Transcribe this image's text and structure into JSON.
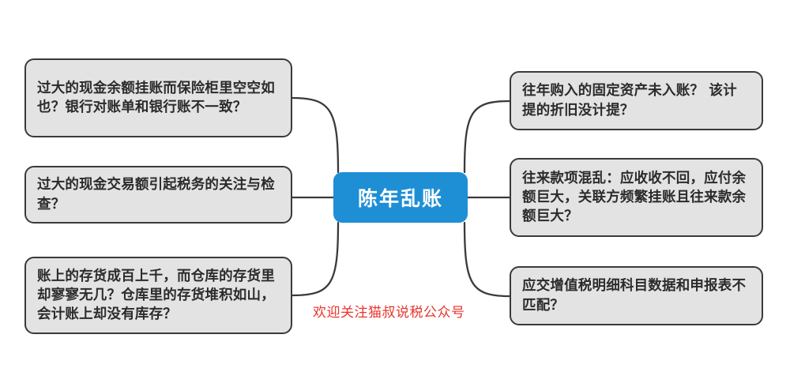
{
  "diagram": {
    "type": "mind-map",
    "center": {
      "label": "陈年乱账",
      "color": "#1e8fd5",
      "text_color": "#ffffff"
    },
    "branch_style": {
      "fill": "#e3e3e3",
      "border": "#3a3a3a",
      "text_color": "#2b2b2b"
    },
    "left_branches": [
      {
        "label": "过大的现金余额挂账而保险柜里空空如也？银行对账单和银行账不一致？"
      },
      {
        "label": "过大的现金交易额引起税务的关注与检查？"
      },
      {
        "label": "账上的存货成百上千，而仓库的存货里却寥寥无几？仓库里的存货堆积如山，会计账上却没有库存？"
      }
    ],
    "right_branches": [
      {
        "label": "往年购入的固定资产未入账？ 该计提的折旧没计提？"
      },
      {
        "label": "往来款项混乱：应收收不回，应付余额巨大，关联方频繁挂账且往来款余额巨大？"
      },
      {
        "label": "应交增值税明细科目数据和申报表不匹配？"
      }
    ],
    "watermark": {
      "text": "欢迎关注猫叔说税公众号",
      "color": "#e8342a"
    }
  }
}
